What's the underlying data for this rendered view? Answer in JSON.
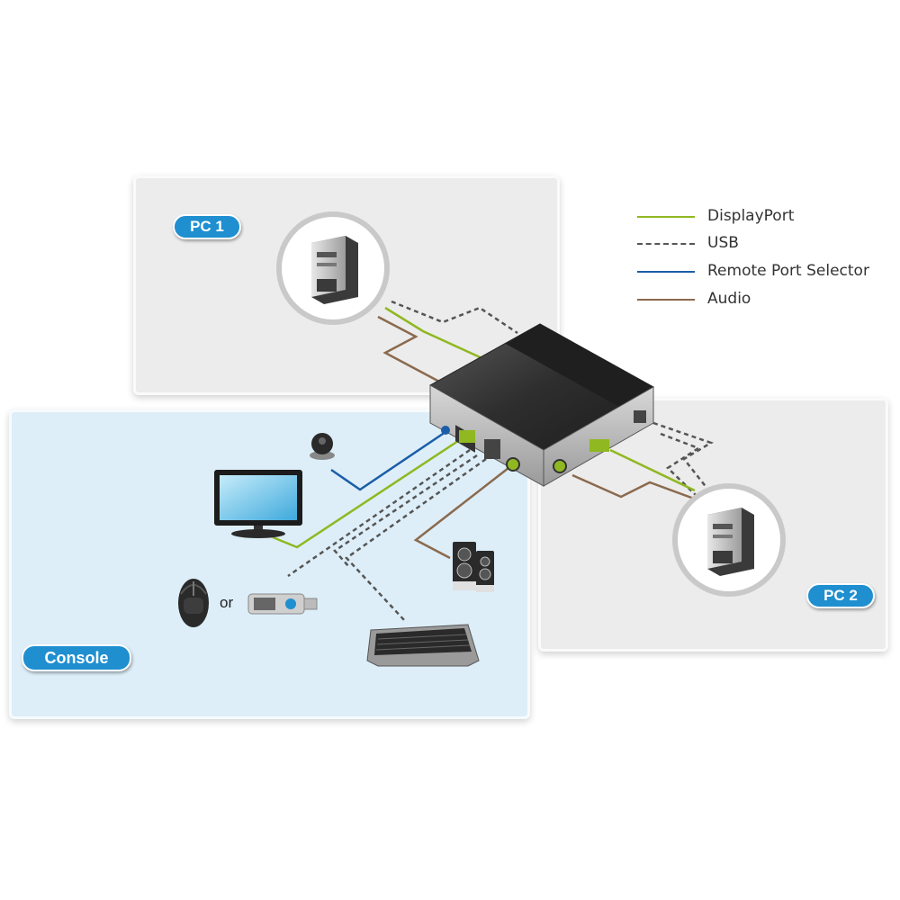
{
  "panels": {
    "pc1": {
      "label": "PC 1"
    },
    "pc2": {
      "label": "PC 2"
    },
    "console": {
      "label": "Console"
    }
  },
  "legend": [
    {
      "label": "DisplayPort",
      "color": "#8fb821",
      "style": "solid"
    },
    {
      "label": "USB",
      "color": "#555555",
      "style": "dashed"
    },
    {
      "label": "Remote Port Selector",
      "color": "#1a5ea8",
      "style": "solid"
    },
    {
      "label": "Audio",
      "color": "#8b6a4e",
      "style": "solid"
    }
  ],
  "console": {
    "or_text": "or"
  },
  "icons": {
    "pc1": "desktop-tower-icon",
    "pc2": "desktop-tower-icon",
    "monitor": "monitor-icon",
    "remote": "remote-port-selector-icon",
    "mouse": "mouse-icon",
    "dongle": "usb-dongle-icon",
    "speakers": "speakers-icon",
    "keyboard": "keyboard-icon",
    "kvm": "kvm-switch-icon"
  }
}
